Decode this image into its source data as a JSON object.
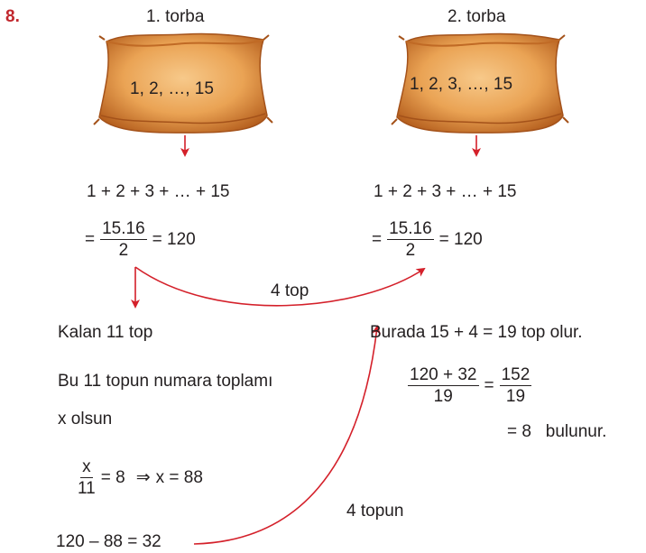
{
  "problem_number": "8.",
  "bag1": {
    "title": "1. torba",
    "content": "1, 2, …, 15"
  },
  "bag2": {
    "title": "2. torba",
    "content": "1, 2, 3, …, 15"
  },
  "left": {
    "sum": "1 + 2 + 3 + … + 15",
    "eq": "=",
    "frac_num": "15.16",
    "frac_den": "2",
    "result": "= 120",
    "remaining": "Kalan 11 top",
    "line1": "Bu 11 topun numara toplamı",
    "line2": "x olsun",
    "x_frac_num": "x",
    "x_frac_den": "11",
    "x_eq": "= 8",
    "implies": "⇒",
    "x_val": "x = 88",
    "diff": "120 – 88 = 32"
  },
  "right": {
    "sum": "1 + 2 + 3 + … + 15",
    "eq": "=",
    "frac_num": "15.16",
    "frac_den": "2",
    "result": "= 120",
    "here": "Burada 15 + 4 = 19 top olur.",
    "frac1_num": "120 + 32",
    "frac1_den": "19",
    "eq2": "=",
    "frac2_num": "152",
    "frac2_den": "19",
    "final": "= 8   bulunur."
  },
  "arrow_top_label": "4 top",
  "arrow_bottom_label": "4 topun",
  "colors": {
    "arrow": "#d4202a",
    "number": "#c1272d",
    "bag_light": "#f2b36a",
    "bag_dark": "#b5601e"
  }
}
